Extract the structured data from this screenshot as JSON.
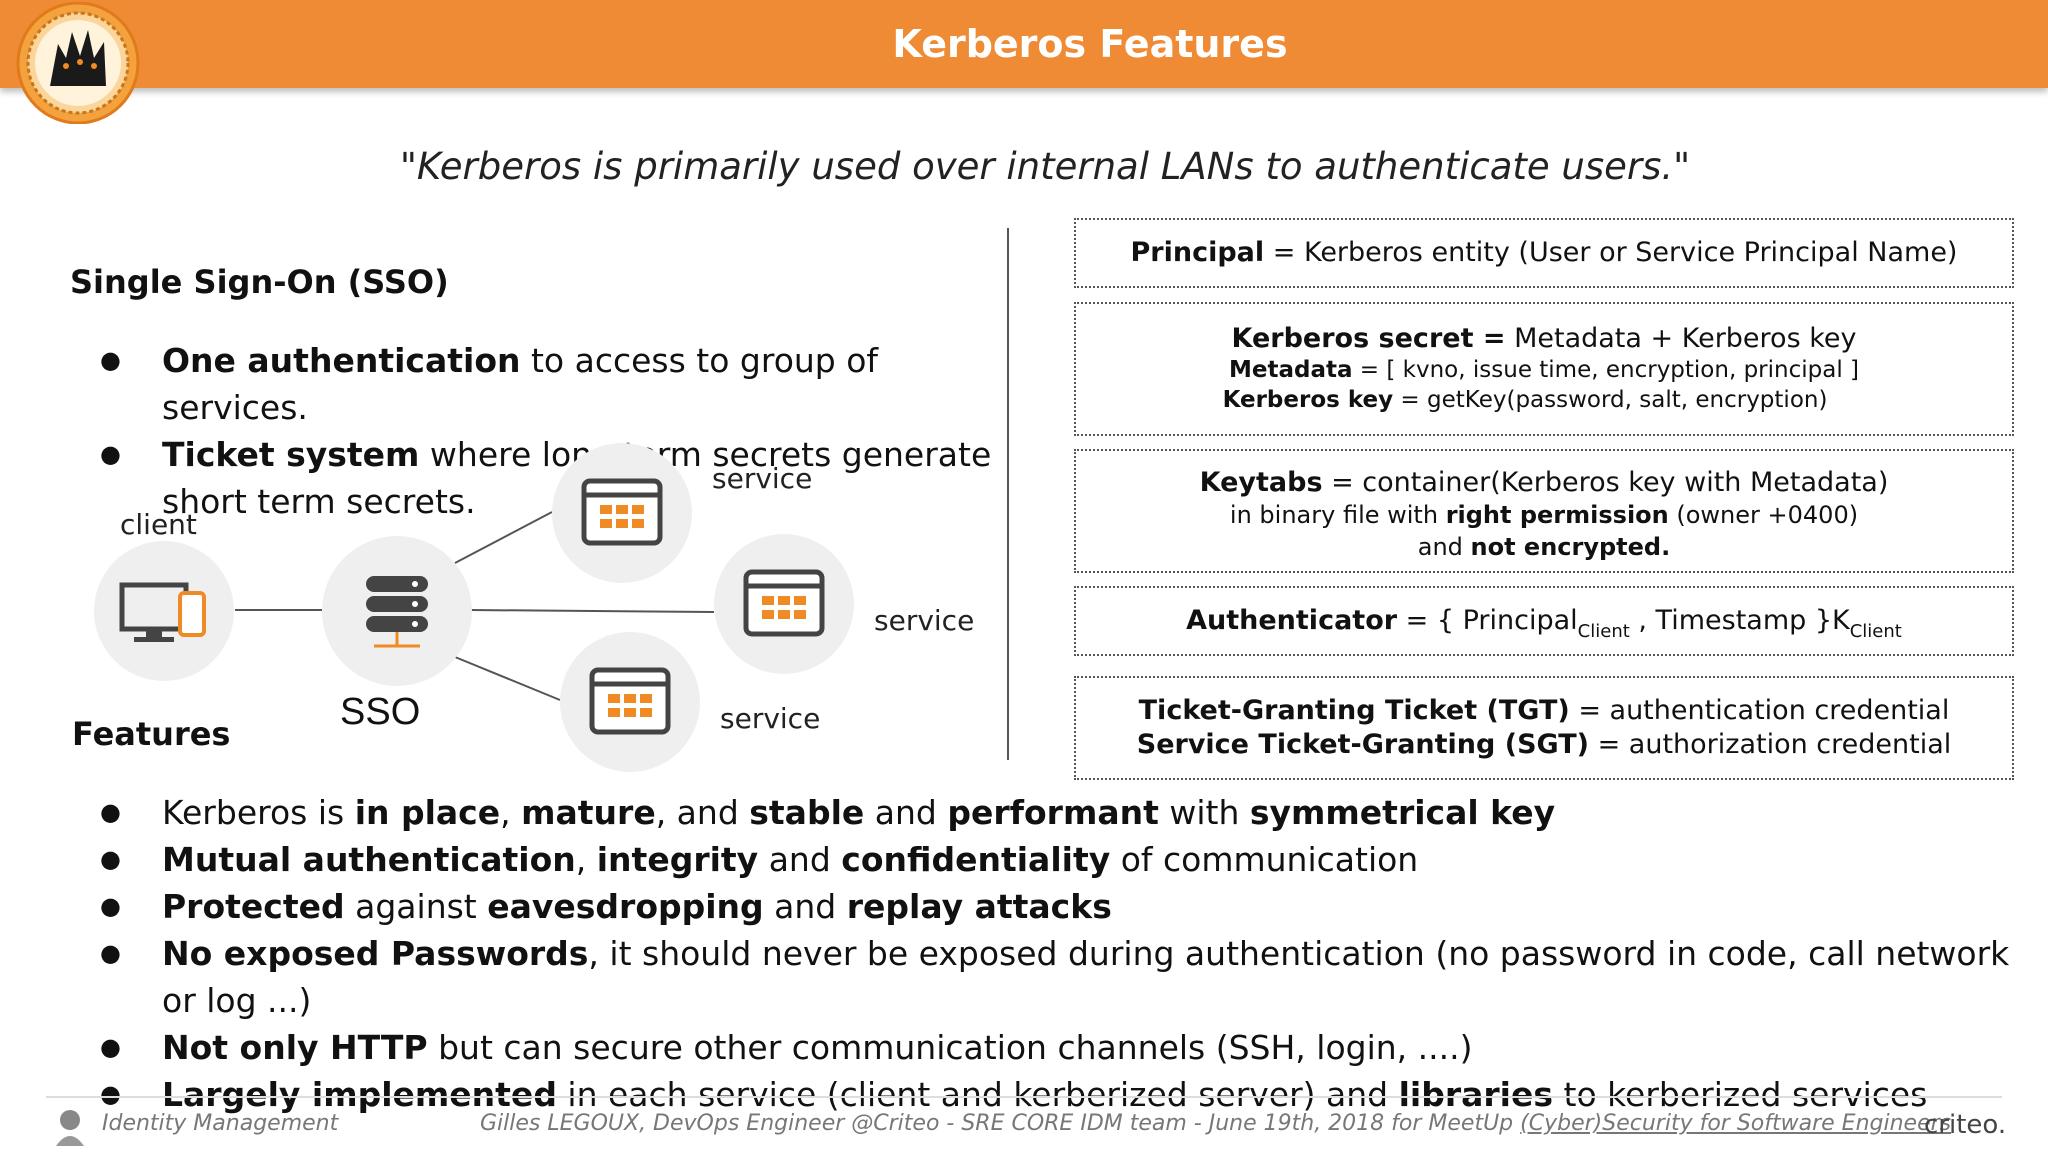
{
  "header": {
    "title": "Kerberos Features"
  },
  "quote": "\"Kerberos is primarily used over internal LANs to authenticate users.\"",
  "sso": {
    "heading": "Single Sign-On (SSO)",
    "bullet1_bold": "One authentication",
    "bullet1_rest": " to access to group of services.",
    "bullet2_bold": "Ticket system",
    "bullet2_rest": " where long term secrets generate short term secrets."
  },
  "diagram": {
    "client": "client",
    "sso": "SSO",
    "service_top": "service",
    "service_mid": "service",
    "service_bot": "service"
  },
  "features": {
    "heading": "Features",
    "b1": [
      "Kerberos is ",
      "in place",
      ", ",
      "mature",
      ", and ",
      "stable",
      " and ",
      "performant",
      " with ",
      "symmetrical key"
    ],
    "b2": [
      "Mutual authentication",
      ", ",
      "integrity",
      " and ",
      "confidentiality",
      " of communication"
    ],
    "b3": [
      "Protected",
      " against ",
      "eavesdropping",
      " and ",
      "replay attacks"
    ],
    "b4": [
      "No exposed Passwords",
      ", it should never be exposed during authentication (no password in code, call network or log ...)"
    ],
    "b5": [
      "Not only HTTP",
      " but can secure other communication channels (SSH, login, ....)"
    ],
    "b6": [
      "Largely implemented",
      " in each service (client and kerberized server) and ",
      "libraries",
      " to kerberized services"
    ]
  },
  "boxes": {
    "principal_bold": "Principal",
    "principal_rest": " = Kerberos entity (User or Service Principal Name)",
    "secret_bold": "Kerberos secret =",
    "secret_rest": " Metadata + Kerberos key",
    "metadata_bold": "Metadata",
    "metadata_rest": " = [ kvno, issue time, encryption, principal ]",
    "key_bold": "Kerberos key",
    "key_rest": " = getKey(password, salt, encryption)",
    "keytabs_bold": "Keytabs",
    "keytabs_rest": " =  container(Kerberos key with Metadata)",
    "keytabs_l2a": "in binary file with ",
    "keytabs_l2b": "right permission",
    "keytabs_l2c": " (owner +0400)",
    "keytabs_l3a": "and ",
    "keytabs_l3b": "not encrypted.",
    "auth_bold": "Authenticator",
    "auth_a": " =  { Principal",
    "auth_sub1": "Client",
    "auth_b": " , Timestamp }K",
    "auth_sub2": "Client",
    "tgt_bold": "Ticket-Granting Ticket (TGT)",
    "tgt_rest": " = authentication credential",
    "sgt_bold": "Service Ticket-Granting (SGT)",
    "sgt_rest": " = authorization credential"
  },
  "footer": {
    "left": "Identity Management",
    "center": "Gilles LEGOUX, DevOps Engineer @Criteo - SRE CORE IDM team - June 19th, 2018 for MeetUp ",
    "link": "(Cyber)Security for Software Engineers",
    "brand": "criteo."
  },
  "colors": {
    "header": "#ef8b35",
    "accent": "#f08a24"
  }
}
